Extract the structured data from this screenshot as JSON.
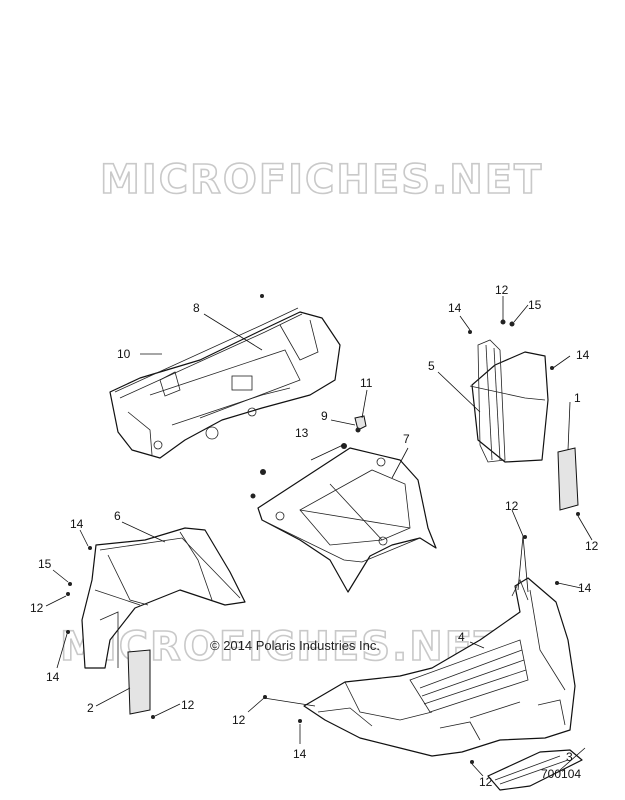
{
  "watermark_top": "MICROFICHES.NET",
  "watermark_bottom": "MICROFICHES.NET",
  "copyright": "© 2014 Polaris Industries Inc.",
  "diagram_number": "700104",
  "callouts": {
    "c8": "8",
    "c10": "10",
    "c11": "11",
    "c9": "9",
    "c13": "13",
    "c7": "7",
    "c14a": "14",
    "c12a": "12",
    "c15a": "15",
    "c5": "5",
    "c14b": "14",
    "c1": "1",
    "c12b": "12",
    "c6": "6",
    "c14c": "14",
    "c15b": "15",
    "c12c": "12",
    "c14d": "14",
    "c12d": "12",
    "c14e": "14",
    "c2": "2",
    "c12e": "12",
    "c4": "4",
    "c12f": "12",
    "c14f": "14",
    "c3": "3",
    "c12g": "12"
  }
}
